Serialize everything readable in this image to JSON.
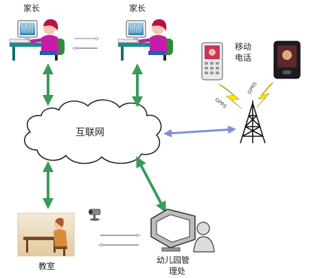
{
  "labels": {
    "parent_left": "家长",
    "parent_right": "家长",
    "mobile_phone_line1": "移动",
    "mobile_phone_line2": "电话",
    "internet": "互联网",
    "classroom": "教室",
    "kindergarten_office_line1": "幼儿园管",
    "kindergarten_office_line2": "理处",
    "gprs_left": "GPRS",
    "gprs_right": "GPRS"
  },
  "colors": {
    "green_arrow": "#3a9a5a",
    "blue_arrow": "#7f8fd8",
    "lightning": "#ffe600",
    "cloud_stroke": "#222222",
    "tower": "#111111"
  },
  "icons": [
    "parent-at-computer-icon",
    "mobile-phone-icon",
    "cell-tower-icon",
    "internet-cloud-icon",
    "classroom-scene-icon",
    "webcam-icon",
    "office-computer-icon",
    "user-icon"
  ]
}
